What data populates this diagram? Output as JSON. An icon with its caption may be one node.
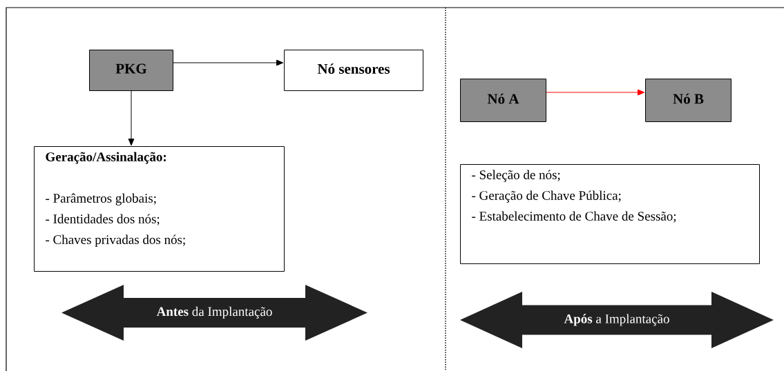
{
  "diagram": {
    "nodes": [
      {
        "text": [
          "PKG"
        ]
      },
      {
        "text": [
          "Nó sensores"
        ]
      },
      {
        "text": [
          "Geração/Assinalação:",
          "- Parâmetros globais;",
          "- Identidades dos nós;",
          "- Chaves privadas dos nós;"
        ]
      },
      {
        "text": [
          "Nó A"
        ]
      },
      {
        "text": [
          "Nó B"
        ]
      },
      {
        "text": [
          "- Seleção de nós;",
          "- Geração de Chave Pública;",
          "- Estabelecimento de Chave de Sessão;"
        ]
      },
      {
        "text": [
          "**Antes** da Implantação"
        ]
      },
      {
        "text": [
          "**Após** a Implantação"
        ]
      }
    ],
    "edges": [
      {
        "from": 0,
        "to": 1,
        "arrow": "to"
      },
      {
        "from": 0,
        "to": 2,
        "arrow": "to"
      },
      {
        "from": 3,
        "to": 4,
        "arrow": "to",
        "color": "#ff0000"
      }
    ]
  }
}
